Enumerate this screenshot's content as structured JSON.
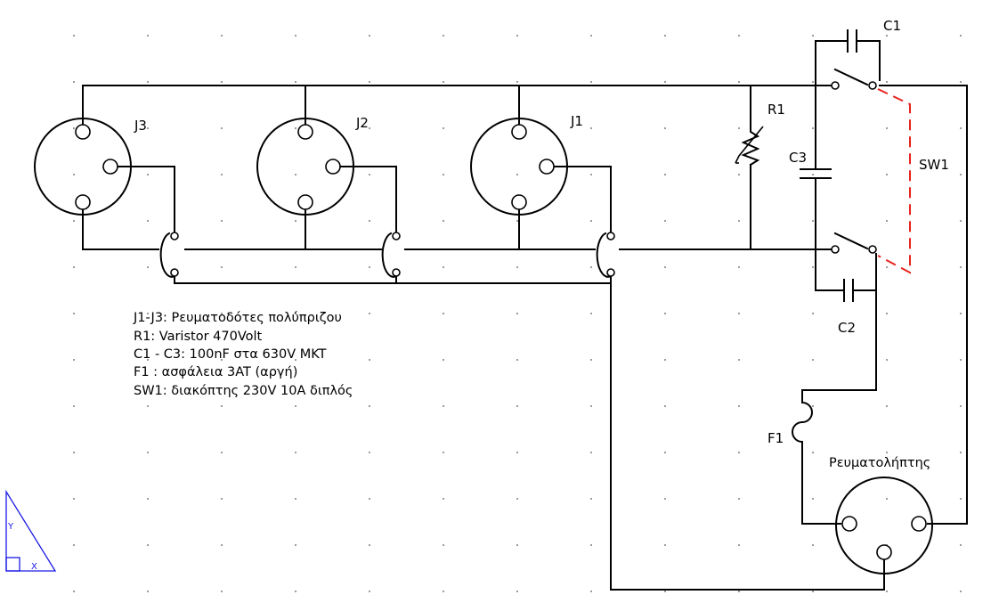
{
  "labels": {
    "j3": "J3",
    "j2": "J2",
    "j1": "J1",
    "r1": "R1",
    "c1": "C1",
    "c2": "C2",
    "c3": "C3",
    "sw1": "SW1",
    "f1": "F1",
    "plug": "Ρευματολήπτης"
  },
  "notes": [
    "J1-J3: Ρευματοδότες πολύπριζου",
    "R1: Varistor 470Volt",
    "C1 - C3: 100nF στα 630V MKT",
    "F1 : ασφάλεια 3AT (αργή)",
    "SW1: διακόπτης 230V 10A διπλός"
  ],
  "ucs": {
    "y": "Y",
    "x": "X"
  },
  "colors": {
    "wire": "#000000",
    "switch_link": "#e8231e",
    "ucs_icon": "#1a1ae6"
  }
}
